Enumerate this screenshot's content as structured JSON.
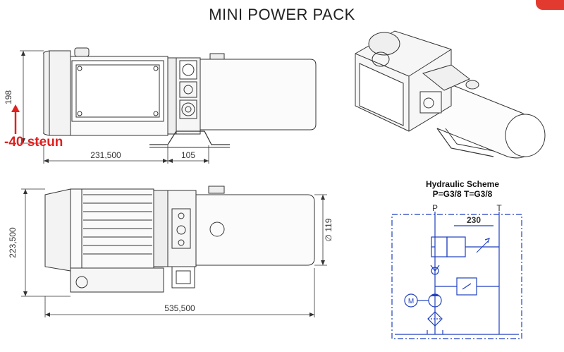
{
  "title": "MINI POWER PACK",
  "dimensions": {
    "height": "198",
    "width_motor": "231,500",
    "width_foot": "105",
    "height_side": "223,500",
    "tank_diameter": "∅ 119",
    "total_length": "535,500"
  },
  "note": "-40 steun",
  "hydraulic": {
    "title": "Hydraulic Scheme",
    "ports": "P=G3/8    T=G3/8",
    "label_p": "P",
    "label_t": "T",
    "pressure": "230",
    "motor": "M"
  },
  "colors": {
    "line": "#333333",
    "scheme_blue": "#1f3fbf",
    "note_red": "#e02020"
  }
}
